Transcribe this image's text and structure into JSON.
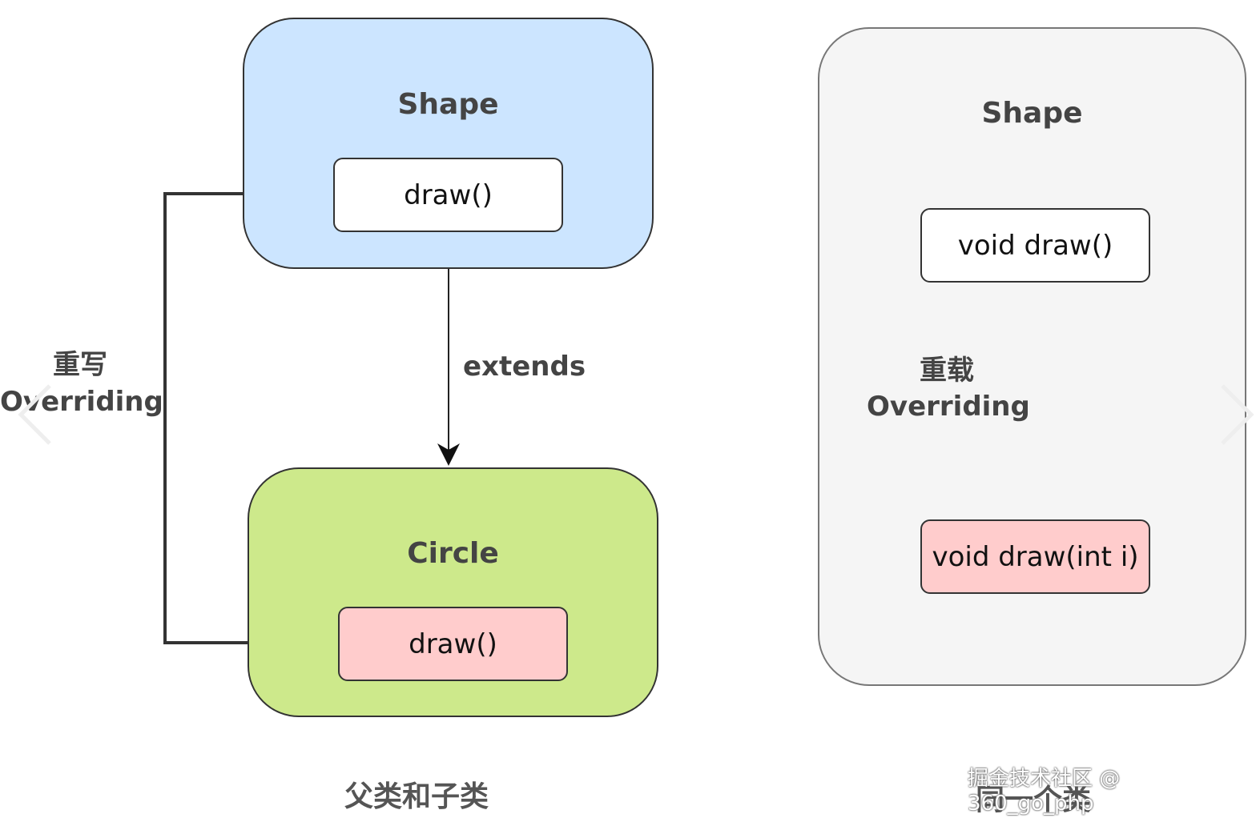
{
  "left_diagram": {
    "parent_class": "Shape",
    "parent_method": "draw()",
    "child_class": "Circle",
    "child_method": "draw()",
    "relation_label": "extends",
    "override_label_cn": "重写",
    "override_label_en": "Overriding",
    "caption": "父类和子类"
  },
  "right_diagram": {
    "class_name": "Shape",
    "method_1": "void draw()",
    "method_2": "void draw(int i)",
    "overload_label_cn": "重载",
    "overload_label_en": "Overriding",
    "caption": "同一个类"
  },
  "watermark": "掘金技术社区 @ 360_go_php",
  "colors": {
    "parent_fill": "#cce5ff",
    "child_fill": "#cde98b",
    "highlight_method_fill": "#ffcccc",
    "plain_method_fill": "#ffffff",
    "right_container_fill": "#f5f5f5"
  },
  "icons": {
    "prev": "chevron-left-icon",
    "next": "chevron-right-icon"
  }
}
